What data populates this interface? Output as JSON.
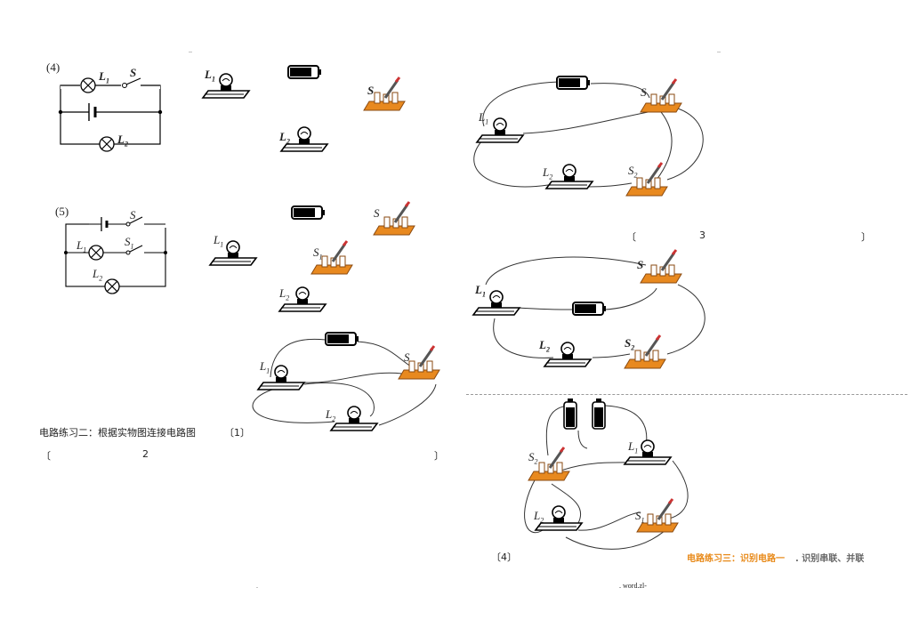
{
  "labels": {
    "p4": "(4)",
    "p5": "(5)",
    "L1": "L",
    "L2": "L",
    "sub1": "1",
    "sub2": "2",
    "S": "S",
    "S1": "S",
    "S2": "S"
  },
  "text": {
    "heading_exercise2": "电路练习二：根据实物图连接电路图",
    "bracket1": "〔1〕",
    "bracket2_open": "〔",
    "bracket2_num": "2",
    "bracket2_close": "〕",
    "bracket3_open": "〔",
    "bracket3_num": "3",
    "bracket3_close": "〕",
    "bracket4": "〔4〕",
    "exercise3_title": "电路练习三：识别电路一",
    "exercise3_sub": ". 识别串联、并联",
    "footer_mid": ".",
    "footer_word": ". word.zl-",
    "top_mark": ".."
  }
}
